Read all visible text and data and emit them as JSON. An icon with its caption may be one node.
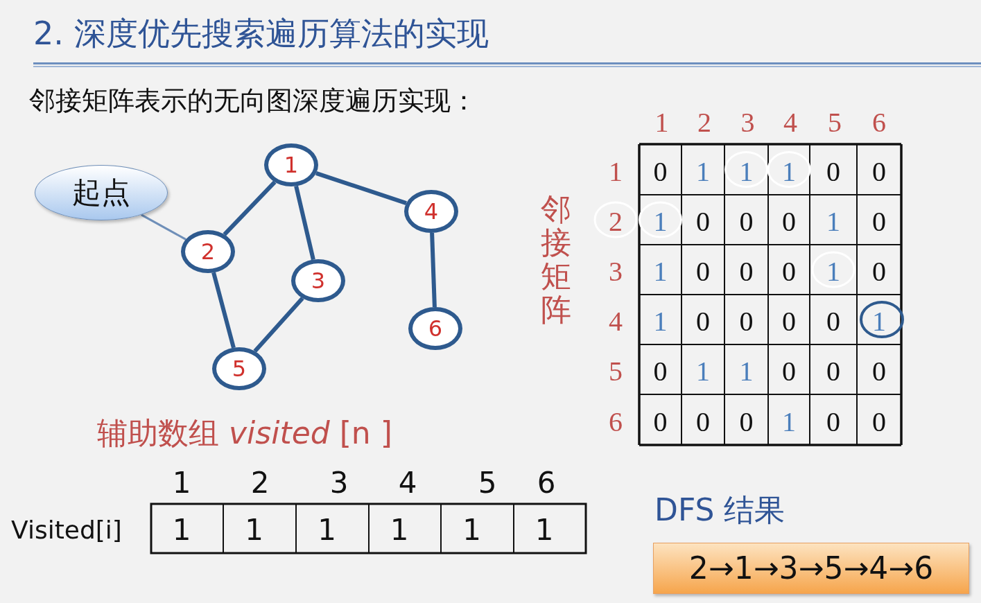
{
  "diagram": {
    "title": "2. 深度优先搜索遍历算法的实现",
    "nodes": [
      {
        "text": [
          "起点"
        ]
      },
      {
        "text": [
          "1"
        ]
      },
      {
        "text": [
          "2"
        ]
      },
      {
        "text": [
          "3"
        ]
      },
      {
        "text": [
          "4"
        ]
      },
      {
        "text": [
          "5"
        ]
      },
      {
        "text": [
          "6"
        ]
      },
      {
        "text": [
          "DFS 结果",
          "2→1→3→5→4→6"
        ]
      }
    ],
    "edges": [
      {
        "from": 0,
        "to": 2,
        "arrow": "none"
      },
      {
        "from": 1,
        "to": 2,
        "arrow": "none"
      },
      {
        "from": 1,
        "to": 3,
        "arrow": "none"
      },
      {
        "from": 1,
        "to": 4,
        "arrow": "none"
      },
      {
        "from": 2,
        "to": 5,
        "arrow": "none"
      },
      {
        "from": 3,
        "to": 5,
        "arrow": "none"
      },
      {
        "from": 4,
        "to": 6,
        "arrow": "none"
      }
    ],
    "labels": [
      "邻接矩阵表示的无向图深度遍历实现：",
      "邻接矩阵",
      "1",
      "2",
      "3",
      "4",
      "5",
      "6",
      "1",
      "0",
      "1",
      "1",
      "1",
      "0",
      "0",
      "2",
      "1",
      "0",
      "0",
      "0",
      "1",
      "0",
      "3",
      "1",
      "0",
      "0",
      "0",
      "1",
      "0",
      "4",
      "1",
      "0",
      "0",
      "0",
      "0",
      "1",
      "5",
      "0",
      "1",
      "1",
      "0",
      "0",
      "0",
      "6",
      "0",
      "0",
      "0",
      "1",
      "0",
      "0",
      "辅助数组 *visited* [n ]",
      "1",
      "2",
      "3",
      "4",
      "5",
      "6",
      "Visited[i]",
      "1",
      "1",
      "1",
      "1",
      "1",
      "1"
    ]
  }
}
